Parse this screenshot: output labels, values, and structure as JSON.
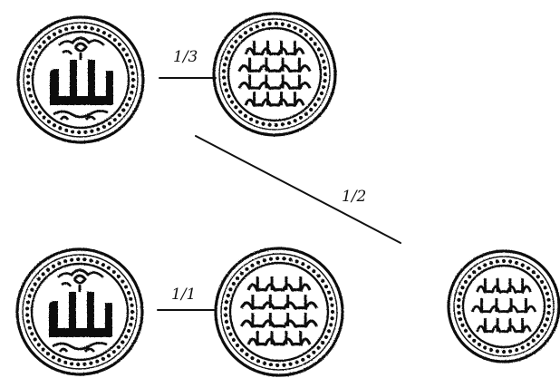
{
  "colors": {
    "ink": "#111111",
    "paper": "#ffffff"
  },
  "coins": [
    {
      "id": "coin-a-obverse",
      "face": "obverse",
      "icon": "coin-obverse-icon"
    },
    {
      "id": "coin-a-reverse",
      "face": "reverse",
      "icon": "coin-reverse-icon"
    },
    {
      "id": "coin-b-obverse",
      "face": "obverse",
      "icon": "coin-obverse-icon"
    },
    {
      "id": "coin-b-reverse",
      "face": "reverse",
      "icon": "coin-reverse-icon"
    },
    {
      "id": "coin-c-reverse",
      "face": "reverse",
      "icon": "coin-reverse-icon"
    }
  ],
  "links": [
    {
      "label": "1/3",
      "from": "coin-a-obverse",
      "to": "coin-a-reverse"
    },
    {
      "label": "1/2",
      "from": "coin-a-obverse",
      "to": "coin-c-reverse"
    },
    {
      "label": "1/1",
      "from": "coin-b-obverse",
      "to": "coin-b-reverse"
    }
  ]
}
